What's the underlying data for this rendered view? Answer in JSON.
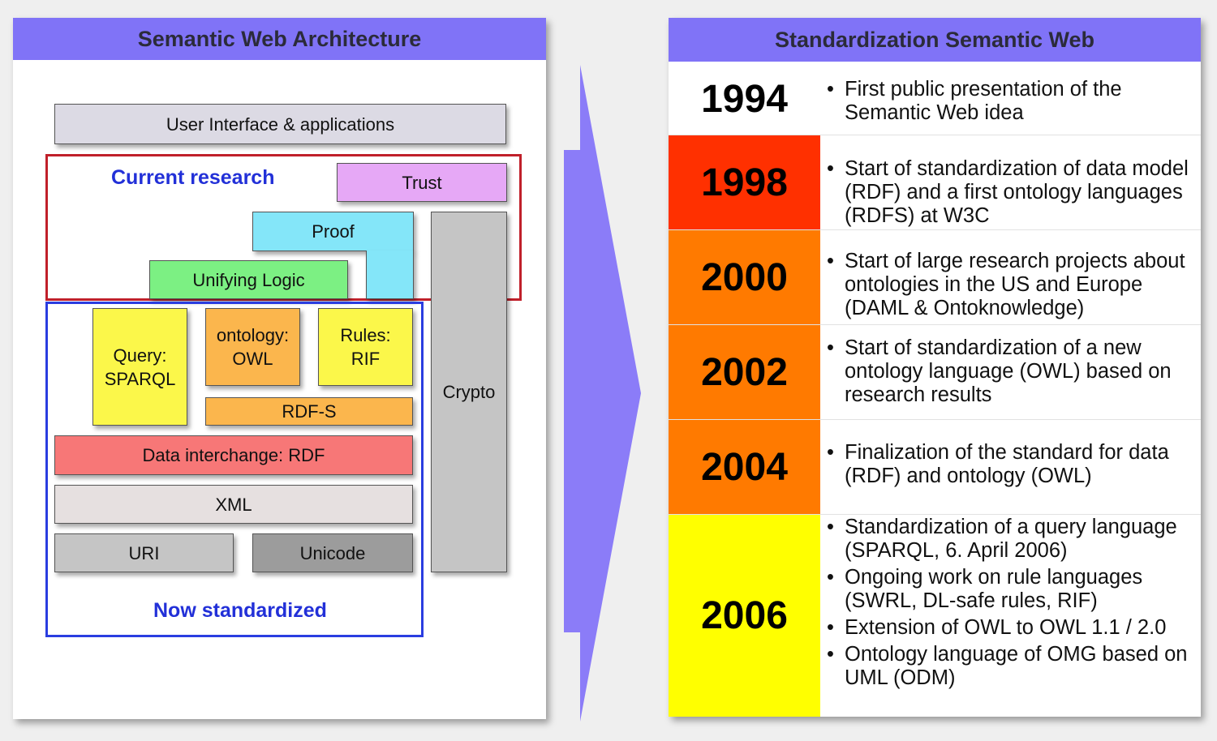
{
  "left_panel": {
    "title": "Semantic Web Architecture",
    "current_research_label": "Current research",
    "now_standardized_label": "Now standardized",
    "layers": {
      "user_interface": "User Interface & applications",
      "trust": "Trust",
      "proof": "Proof",
      "unifying_logic": "Unifying Logic",
      "query": "Query:\nSPARQL",
      "ontology": "ontology:\nOWL",
      "rules": "Rules:\nRIF",
      "rdfs": "RDF-S",
      "rdf": "Data interchange: RDF",
      "xml": "XML",
      "uri": "URI",
      "unicode": "Unicode",
      "crypto": "Crypto"
    },
    "colors": {
      "header": "#8073f7",
      "current_research_frame": "#c0202a",
      "now_standardized_frame": "#2a3de0",
      "trust": "#e6a8f6",
      "proof": "#84e6f9",
      "unifying_logic": "#7cf083",
      "yellow": "#fbf74a",
      "orange": "#fbb64d",
      "rdf": "#f77777",
      "gray": "#c5c5c5"
    }
  },
  "arrow": {
    "color": "#8b7cf8",
    "icon": "right-chevron-arrow"
  },
  "right_panel": {
    "title": "Standardization Semantic Web",
    "rows": [
      {
        "year": "1994",
        "color": "#ffffff",
        "events": [
          "First public presentation of the Semantic Web idea"
        ]
      },
      {
        "year": "1998",
        "color": "#ff3000",
        "events": [
          "Start of standardization of data model (RDF) and a first ontology languages (RDFS) at W3C"
        ]
      },
      {
        "year": "2000",
        "color": "#ff7a00",
        "events": [
          "Start of large research projects about ontologies in the US and Europe (DAML & Ontoknowledge)"
        ]
      },
      {
        "year": "2002",
        "color": "#ff7a00",
        "events": [
          "Start of standardization of a new ontology language (OWL) based on research results"
        ]
      },
      {
        "year": "2004",
        "color": "#ff7a00",
        "events": [
          "Finalization of the  standard for data (RDF) and ontology (OWL)"
        ]
      },
      {
        "year": "2006",
        "color": "#ffff00",
        "events": [
          "Standardization of a query language (SPARQL, 6. April 2006)",
          "Ongoing work on rule languages (SWRL, DL-safe rules, RIF)",
          "Extension of OWL to OWL 1.1 / 2.0",
          "Ontology language of OMG based on UML (ODM)"
        ]
      }
    ]
  }
}
